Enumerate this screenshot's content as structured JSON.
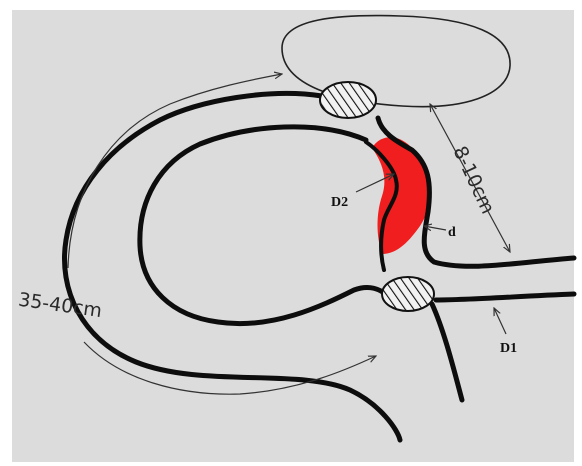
{
  "labels": {
    "length_small": "8-10cm",
    "length_large": "35-40cm",
    "d2": "D2",
    "d": "d",
    "d1": "D1"
  },
  "colors": {
    "paper": "#dcdcdc",
    "ink": "#0d0d0d",
    "highlight": "#f01e1e",
    "background": "#ffffff"
  }
}
